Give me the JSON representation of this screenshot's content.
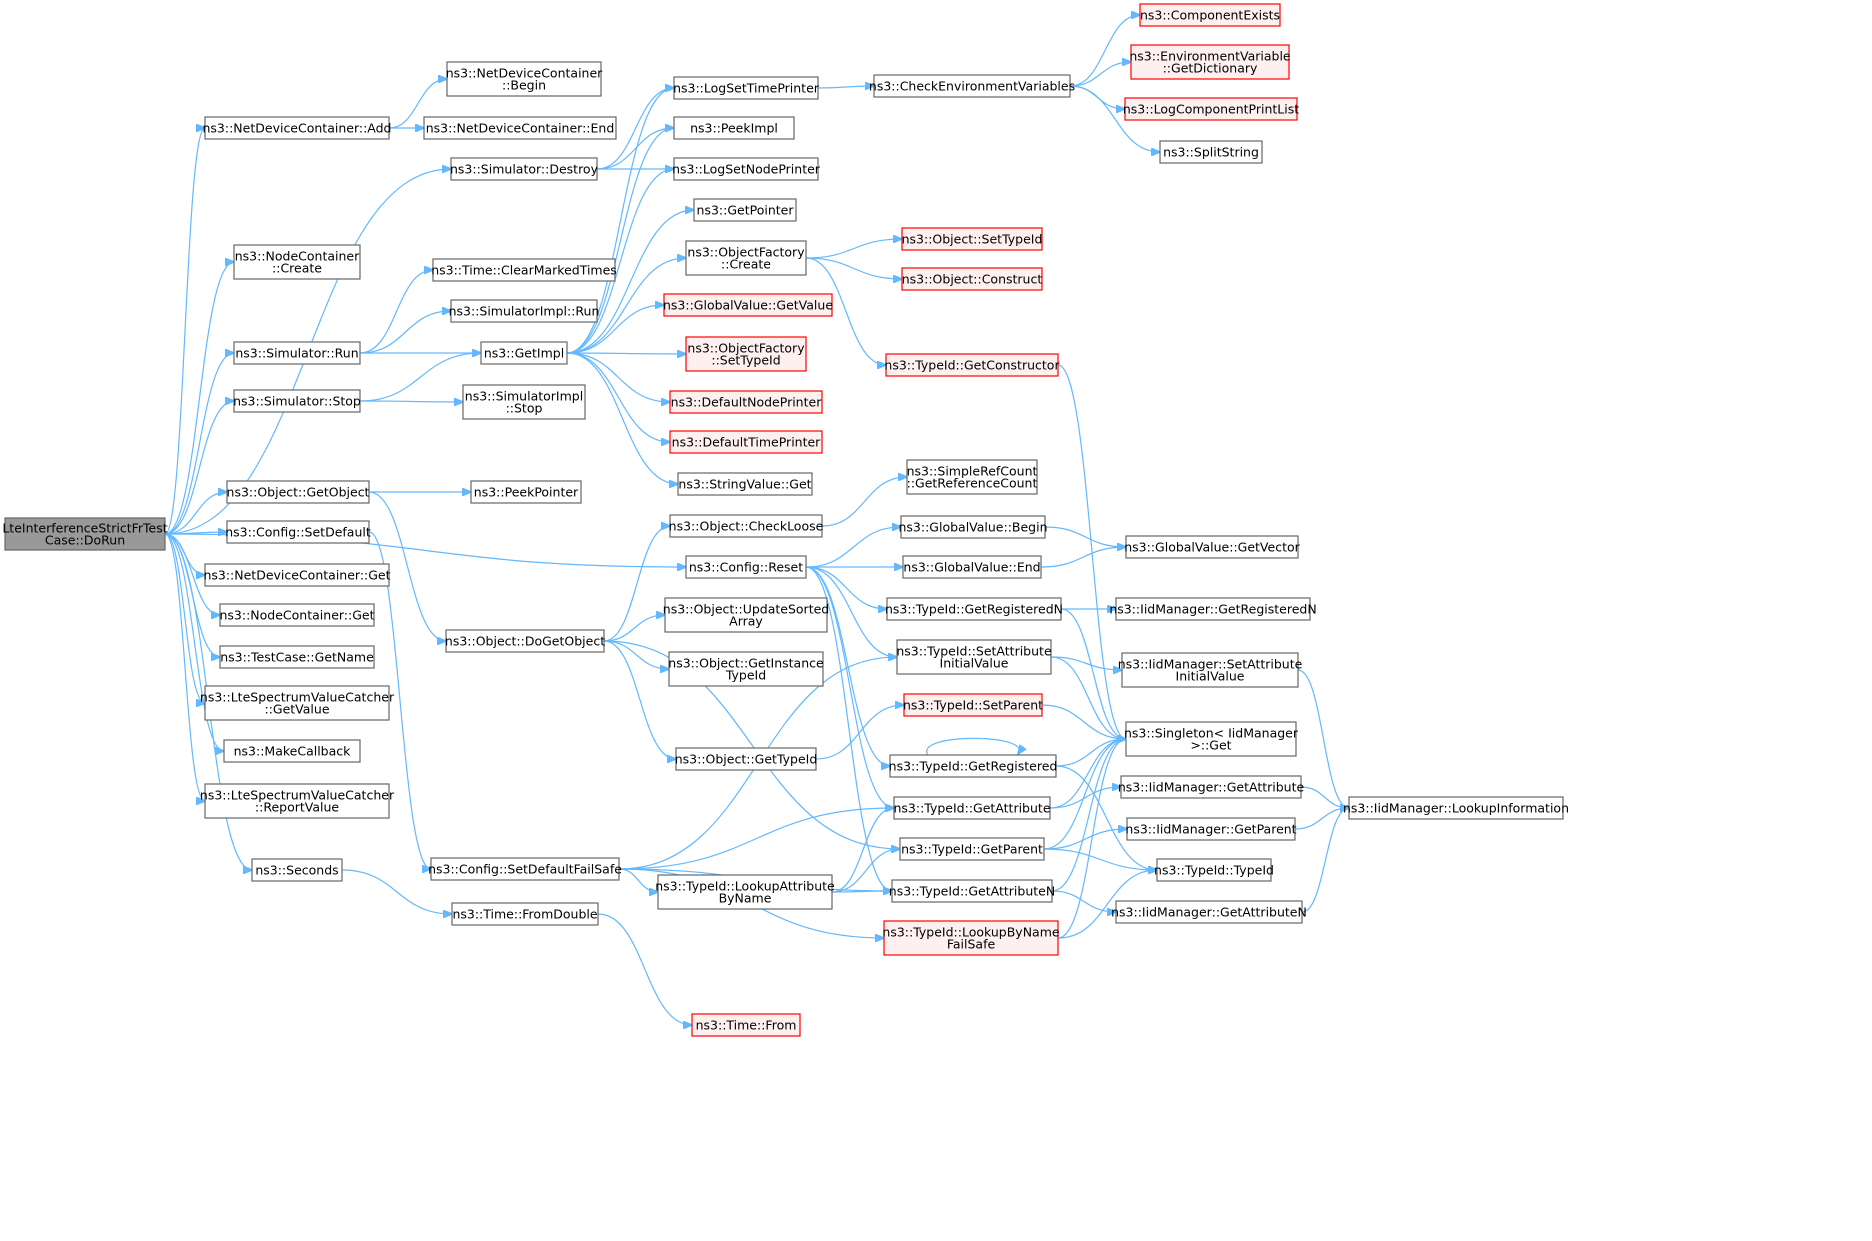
{
  "colors": {
    "edge": "#63b8ff",
    "node_border": "#666666",
    "root_fill": "#999999",
    "missing_border": "#ff0000",
    "missing_fill": "#fff0f0"
  },
  "nodes": [
    {
      "id": "root",
      "lines": [
        "LteInterferenceStrictFrTest",
        "Case::DoRun"
      ],
      "style": "root"
    },
    {
      "id": "ndc_add",
      "lines": [
        "ns3::NetDeviceContainer::Add"
      ],
      "style": "normal"
    },
    {
      "id": "ndc_begin",
      "lines": [
        "ns3::NetDeviceContainer",
        "::Begin"
      ],
      "style": "normal"
    },
    {
      "id": "ndc_end",
      "lines": [
        "ns3::NetDeviceContainer::End"
      ],
      "style": "normal"
    },
    {
      "id": "nc_create",
      "lines": [
        "ns3::NodeContainer",
        "::Create"
      ],
      "style": "normal"
    },
    {
      "id": "sim_destroy",
      "lines": [
        "ns3::Simulator::Destroy"
      ],
      "style": "normal"
    },
    {
      "id": "time_clear",
      "lines": [
        "ns3::Time::ClearMarkedTimes"
      ],
      "style": "normal"
    },
    {
      "id": "simimpl_run",
      "lines": [
        "ns3::SimulatorImpl::Run"
      ],
      "style": "normal"
    },
    {
      "id": "sim_run",
      "lines": [
        "ns3::Simulator::Run"
      ],
      "style": "normal"
    },
    {
      "id": "get_impl",
      "lines": [
        "ns3::GetImpl"
      ],
      "style": "normal"
    },
    {
      "id": "sim_stop",
      "lines": [
        "ns3::Simulator::Stop"
      ],
      "style": "normal"
    },
    {
      "id": "simimpl_stop",
      "lines": [
        "ns3::SimulatorImpl",
        "::Stop"
      ],
      "style": "normal"
    },
    {
      "id": "log_time",
      "lines": [
        "ns3::LogSetTimePrinter"
      ],
      "style": "normal"
    },
    {
      "id": "peek_impl",
      "lines": [
        "ns3::PeekImpl"
      ],
      "style": "normal"
    },
    {
      "id": "log_node",
      "lines": [
        "ns3::LogSetNodePrinter"
      ],
      "style": "normal"
    },
    {
      "id": "get_pointer",
      "lines": [
        "ns3::GetPointer"
      ],
      "style": "normal"
    },
    {
      "id": "of_create",
      "lines": [
        "ns3::ObjectFactory",
        "::Create"
      ],
      "style": "normal"
    },
    {
      "id": "gv_getvalue",
      "lines": [
        "ns3::GlobalValue::GetValue"
      ],
      "style": "red"
    },
    {
      "id": "of_settypeid",
      "lines": [
        "ns3::ObjectFactory",
        "::SetTypeId"
      ],
      "style": "red"
    },
    {
      "id": "def_node_printer",
      "lines": [
        "ns3::DefaultNodePrinter"
      ],
      "style": "red"
    },
    {
      "id": "def_time_printer",
      "lines": [
        "ns3::DefaultTimePrinter"
      ],
      "style": "red"
    },
    {
      "id": "sv_get",
      "lines": [
        "ns3::StringValue::Get"
      ],
      "style": "normal"
    },
    {
      "id": "check_env",
      "lines": [
        "ns3::CheckEnvironmentVariables"
      ],
      "style": "normal"
    },
    {
      "id": "comp_exists",
      "lines": [
        "ns3::ComponentExists"
      ],
      "style": "red"
    },
    {
      "id": "env_dict",
      "lines": [
        "ns3::EnvironmentVariable",
        "::GetDictionary"
      ],
      "style": "red"
    },
    {
      "id": "log_print_list",
      "lines": [
        "ns3::LogComponentPrintList"
      ],
      "style": "red"
    },
    {
      "id": "split_string",
      "lines": [
        "ns3::SplitString"
      ],
      "style": "normal"
    },
    {
      "id": "obj_settypeid",
      "lines": [
        "ns3::Object::SetTypeId"
      ],
      "style": "red"
    },
    {
      "id": "obj_construct",
      "lines": [
        "ns3::Object::Construct"
      ],
      "style": "red"
    },
    {
      "id": "tid_getctor",
      "lines": [
        "ns3::TypeId::GetConstructor"
      ],
      "style": "red"
    },
    {
      "id": "obj_getobject",
      "lines": [
        "ns3::Object::GetObject"
      ],
      "style": "normal"
    },
    {
      "id": "peek_pointer",
      "lines": [
        "ns3::PeekPointer"
      ],
      "style": "normal"
    },
    {
      "id": "cfg_setdefault",
      "lines": [
        "ns3::Config::SetDefault"
      ],
      "style": "normal"
    },
    {
      "id": "ndc_get",
      "lines": [
        "ns3::NetDeviceContainer::Get"
      ],
      "style": "normal"
    },
    {
      "id": "nc_get",
      "lines": [
        "ns3::NodeContainer::Get"
      ],
      "style": "normal"
    },
    {
      "id": "tc_getname",
      "lines": [
        "ns3::TestCase::GetName"
      ],
      "style": "normal"
    },
    {
      "id": "lsvc_getvalue",
      "lines": [
        "ns3::LteSpectrumValueCatcher",
        "::GetValue"
      ],
      "style": "normal"
    },
    {
      "id": "make_callback",
      "lines": [
        "ns3::MakeCallback"
      ],
      "style": "normal"
    },
    {
      "id": "lsvc_report",
      "lines": [
        "ns3::LteSpectrumValueCatcher",
        "::ReportValue"
      ],
      "style": "normal"
    },
    {
      "id": "seconds",
      "lines": [
        "ns3::Seconds"
      ],
      "style": "normal"
    },
    {
      "id": "obj_checkloose",
      "lines": [
        "ns3::Object::CheckLoose"
      ],
      "style": "normal"
    },
    {
      "id": "src_getrefcount",
      "lines": [
        "ns3::SimpleRefCount",
        "::GetReferenceCount"
      ],
      "style": "normal"
    },
    {
      "id": "cfg_reset",
      "lines": [
        "ns3::Config::Reset"
      ],
      "style": "normal"
    },
    {
      "id": "gv_begin",
      "lines": [
        "ns3::GlobalValue::Begin"
      ],
      "style": "normal"
    },
    {
      "id": "gv_end",
      "lines": [
        "ns3::GlobalValue::End"
      ],
      "style": "normal"
    },
    {
      "id": "gv_getvector",
      "lines": [
        "ns3::GlobalValue::GetVector"
      ],
      "style": "normal"
    },
    {
      "id": "tid_getregn",
      "lines": [
        "ns3::TypeId::GetRegisteredN"
      ],
      "style": "normal"
    },
    {
      "id": "iid_getregn",
      "lines": [
        "ns3::IidManager::GetRegisteredN"
      ],
      "style": "normal"
    },
    {
      "id": "obj_dogetobject",
      "lines": [
        "ns3::Object::DoGetObject"
      ],
      "style": "normal"
    },
    {
      "id": "obj_updatesorted",
      "lines": [
        "ns3::Object::UpdateSorted",
        "Array"
      ],
      "style": "normal"
    },
    {
      "id": "obj_getinstancetid",
      "lines": [
        "ns3::Object::GetInstance",
        "TypeId"
      ],
      "style": "normal"
    },
    {
      "id": "tid_setattr",
      "lines": [
        "ns3::TypeId::SetAttribute",
        "InitialValue"
      ],
      "style": "normal"
    },
    {
      "id": "iid_setattr",
      "lines": [
        "ns3::IidManager::SetAttribute",
        "InitialValue"
      ],
      "style": "normal"
    },
    {
      "id": "tid_setparent",
      "lines": [
        "ns3::TypeId::SetParent"
      ],
      "style": "red"
    },
    {
      "id": "singleton_get",
      "lines": [
        "ns3::Singleton< IidManager",
        " >::Get"
      ],
      "style": "normal"
    },
    {
      "id": "obj_gettypeid",
      "lines": [
        "ns3::Object::GetTypeId"
      ],
      "style": "normal"
    },
    {
      "id": "tid_getreg",
      "lines": [
        "ns3::TypeId::GetRegistered"
      ],
      "style": "normal"
    },
    {
      "id": "tid_getattr",
      "lines": [
        "ns3::TypeId::GetAttribute"
      ],
      "style": "normal"
    },
    {
      "id": "iid_getattr",
      "lines": [
        "ns3::IidManager::GetAttribute"
      ],
      "style": "normal"
    },
    {
      "id": "iid_lookupinfo",
      "lines": [
        "ns3::IidManager::LookupInformation"
      ],
      "style": "normal"
    },
    {
      "id": "cfg_setdefaultfs",
      "lines": [
        "ns3::Config::SetDefaultFailSafe"
      ],
      "style": "normal"
    },
    {
      "id": "tid_getparent",
      "lines": [
        "ns3::TypeId::GetParent"
      ],
      "style": "normal"
    },
    {
      "id": "iid_getparent",
      "lines": [
        "ns3::IidManager::GetParent"
      ],
      "style": "normal"
    },
    {
      "id": "tid_lookupattr",
      "lines": [
        "ns3::TypeId::LookupAttribute",
        "ByName"
      ],
      "style": "normal"
    },
    {
      "id": "tid_getattrn",
      "lines": [
        "ns3::TypeId::GetAttributeN"
      ],
      "style": "normal"
    },
    {
      "id": "tid_typeid",
      "lines": [
        "ns3::TypeId::TypeId"
      ],
      "style": "normal"
    },
    {
      "id": "iid_getattrn",
      "lines": [
        "ns3::IidManager::GetAttributeN"
      ],
      "style": "normal"
    },
    {
      "id": "time_fromdouble",
      "lines": [
        "ns3::Time::FromDouble"
      ],
      "style": "normal"
    },
    {
      "id": "tid_lookupbyname",
      "lines": [
        "ns3::TypeId::LookupByName",
        "FailSafe"
      ],
      "style": "red"
    },
    {
      "id": "time_from",
      "lines": [
        "ns3::Time::From"
      ],
      "style": "red"
    }
  ],
  "edges": [
    [
      "root",
      "ndc_add"
    ],
    [
      "root",
      "nc_create"
    ],
    [
      "root",
      "sim_destroy"
    ],
    [
      "root",
      "sim_run"
    ],
    [
      "root",
      "sim_stop"
    ],
    [
      "root",
      "cfg_reset"
    ],
    [
      "root",
      "obj_getobject"
    ],
    [
      "root",
      "cfg_setdefault"
    ],
    [
      "root",
      "ndc_get"
    ],
    [
      "root",
      "nc_get"
    ],
    [
      "root",
      "tc_getname"
    ],
    [
      "root",
      "lsvc_getvalue"
    ],
    [
      "root",
      "make_callback"
    ],
    [
      "root",
      "lsvc_report"
    ],
    [
      "root",
      "seconds"
    ],
    [
      "ndc_add",
      "ndc_begin"
    ],
    [
      "ndc_add",
      "ndc_end"
    ],
    [
      "sim_destroy",
      "log_time"
    ],
    [
      "sim_destroy",
      "peek_impl"
    ],
    [
      "sim_destroy",
      "log_node"
    ],
    [
      "sim_run",
      "time_clear"
    ],
    [
      "sim_run",
      "simimpl_run"
    ],
    [
      "sim_run",
      "get_impl"
    ],
    [
      "sim_stop",
      "get_impl"
    ],
    [
      "sim_stop",
      "simimpl_stop"
    ],
    [
      "get_impl",
      "log_time"
    ],
    [
      "get_impl",
      "peek_impl"
    ],
    [
      "get_impl",
      "log_node"
    ],
    [
      "get_impl",
      "get_pointer"
    ],
    [
      "get_impl",
      "of_create"
    ],
    [
      "get_impl",
      "gv_getvalue"
    ],
    [
      "get_impl",
      "of_settypeid"
    ],
    [
      "get_impl",
      "def_node_printer"
    ],
    [
      "get_impl",
      "def_time_printer"
    ],
    [
      "get_impl",
      "sv_get"
    ],
    [
      "log_time",
      "check_env"
    ],
    [
      "check_env",
      "comp_exists"
    ],
    [
      "check_env",
      "env_dict"
    ],
    [
      "check_env",
      "log_print_list"
    ],
    [
      "check_env",
      "split_string"
    ],
    [
      "of_create",
      "obj_settypeid"
    ],
    [
      "of_create",
      "obj_construct"
    ],
    [
      "of_create",
      "tid_getctor"
    ],
    [
      "tid_getctor",
      "singleton_get"
    ],
    [
      "obj_getobject",
      "peek_pointer"
    ],
    [
      "obj_getobject",
      "obj_dogetobject"
    ],
    [
      "cfg_setdefault",
      "cfg_setdefaultfs"
    ],
    [
      "seconds",
      "time_fromdouble"
    ],
    [
      "time_fromdouble",
      "time_from"
    ],
    [
      "obj_dogetobject",
      "obj_checkloose"
    ],
    [
      "obj_dogetobject",
      "obj_updatesorted"
    ],
    [
      "obj_dogetobject",
      "obj_getinstancetid"
    ],
    [
      "obj_dogetobject",
      "obj_gettypeid"
    ],
    [
      "obj_dogetobject",
      "tid_getparent"
    ],
    [
      "obj_checkloose",
      "src_getrefcount"
    ],
    [
      "cfg_reset",
      "gv_begin"
    ],
    [
      "cfg_reset",
      "gv_end"
    ],
    [
      "cfg_reset",
      "tid_getregn"
    ],
    [
      "cfg_reset",
      "tid_setattr"
    ],
    [
      "cfg_reset",
      "tid_getreg"
    ],
    [
      "cfg_reset",
      "tid_getattr"
    ],
    [
      "cfg_reset",
      "tid_getattrn"
    ],
    [
      "gv_begin",
      "gv_getvector"
    ],
    [
      "gv_end",
      "gv_getvector"
    ],
    [
      "tid_getregn",
      "iid_getregn"
    ],
    [
      "tid_getregn",
      "singleton_get"
    ],
    [
      "tid_setattr",
      "iid_setattr"
    ],
    [
      "tid_setattr",
      "singleton_get"
    ],
    [
      "iid_setattr",
      "iid_lookupinfo"
    ],
    [
      "obj_gettypeid",
      "tid_setparent"
    ],
    [
      "tid_setparent",
      "singleton_get"
    ],
    [
      "tid_getreg",
      "tid_getreg"
    ],
    [
      "tid_getreg",
      "singleton_get"
    ],
    [
      "tid_getreg",
      "tid_typeid"
    ],
    [
      "tid_getattr",
      "iid_getattr"
    ],
    [
      "tid_getattr",
      "singleton_get"
    ],
    [
      "iid_getattr",
      "iid_lookupinfo"
    ],
    [
      "cfg_setdefaultfs",
      "tid_setattr"
    ],
    [
      "cfg_setdefaultfs",
      "tid_getattr"
    ],
    [
      "cfg_setdefaultfs",
      "tid_lookupattr"
    ],
    [
      "cfg_setdefaultfs",
      "tid_getattrn"
    ],
    [
      "cfg_setdefaultfs",
      "tid_lookupbyname"
    ],
    [
      "tid_lookupattr",
      "tid_getattr"
    ],
    [
      "tid_lookupattr",
      "tid_getparent"
    ],
    [
      "tid_lookupattr",
      "tid_getattrn"
    ],
    [
      "tid_getparent",
      "iid_getparent"
    ],
    [
      "tid_getparent",
      "singleton_get"
    ],
    [
      "tid_getparent",
      "tid_typeid"
    ],
    [
      "iid_getparent",
      "iid_lookupinfo"
    ],
    [
      "tid_getattrn",
      "iid_getattrn"
    ],
    [
      "tid_getattrn",
      "singleton_get"
    ],
    [
      "iid_getattrn",
      "iid_lookupinfo"
    ],
    [
      "tid_lookupbyname",
      "tid_typeid"
    ],
    [
      "tid_lookupbyname",
      "singleton_get"
    ]
  ]
}
